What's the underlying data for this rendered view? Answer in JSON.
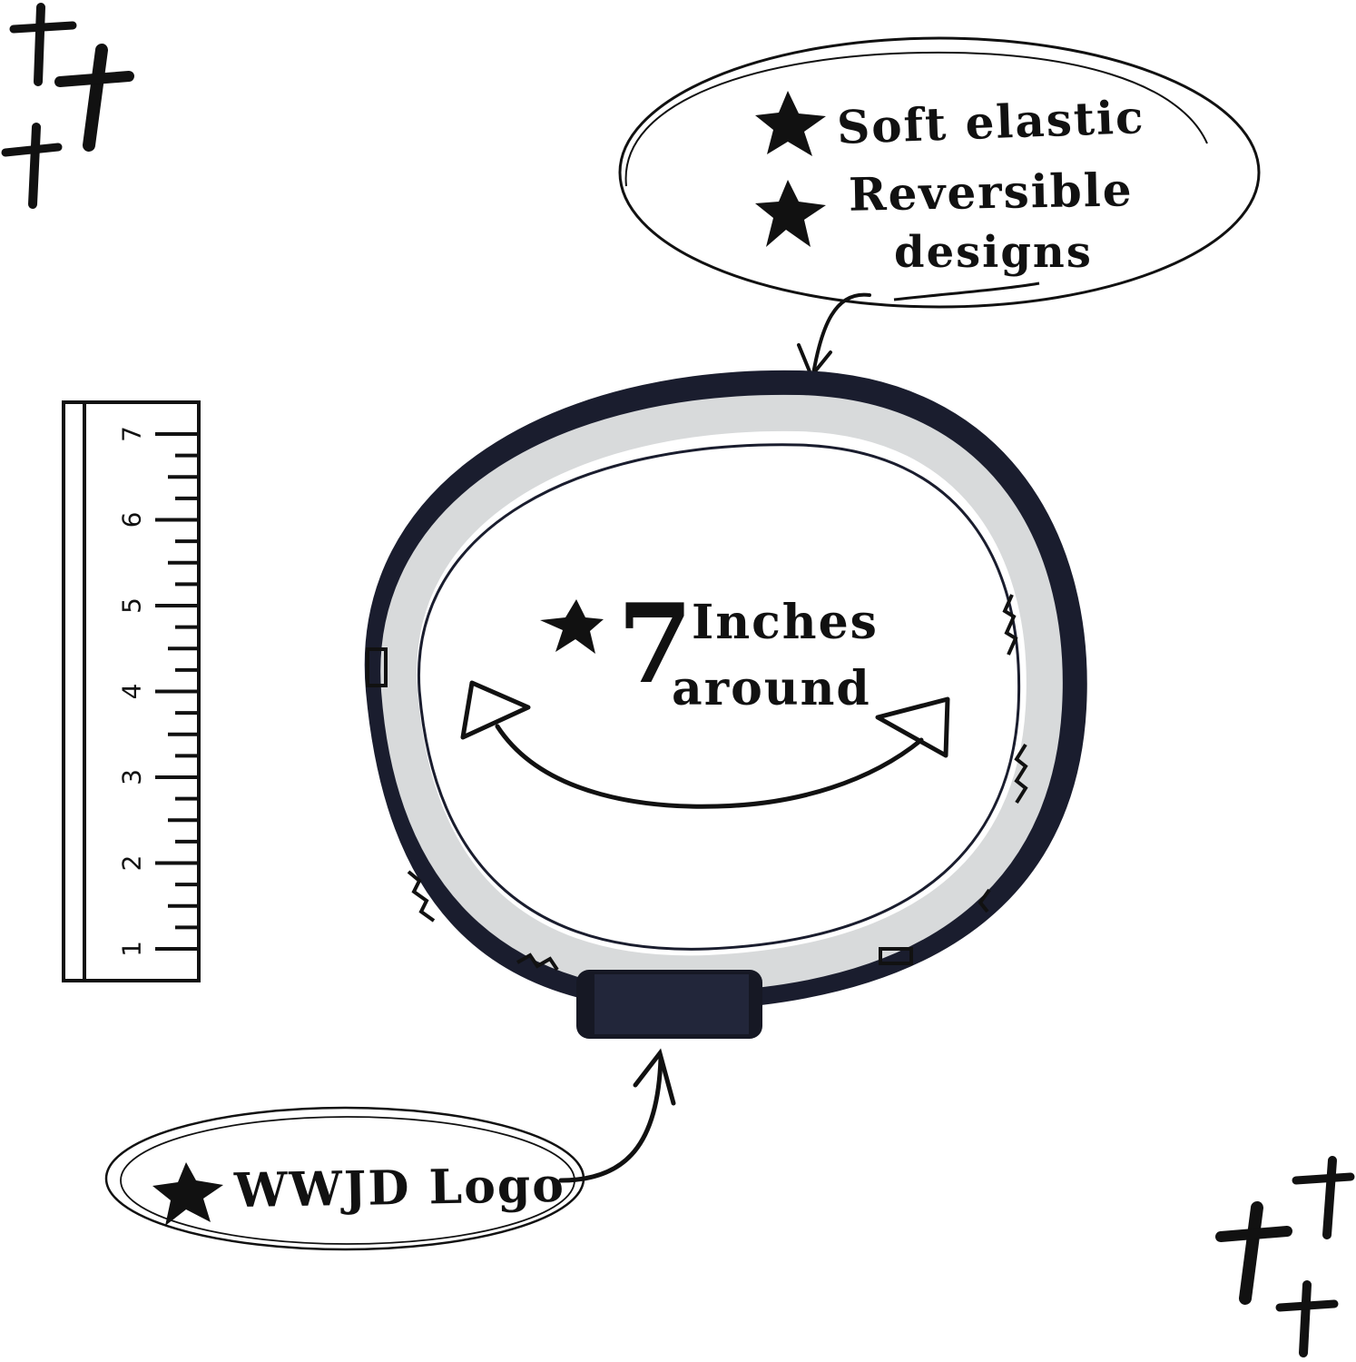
{
  "features": {
    "line1": "Soft elastic",
    "line2": "Reversible",
    "line3": "designs"
  },
  "size": {
    "number": "7",
    "unit": "Inches",
    "around": "around"
  },
  "logo": {
    "label": "WWJD Logo"
  },
  "ruler": {
    "labels": [
      "1",
      "2",
      "3",
      "4",
      "5",
      "6",
      "7"
    ]
  },
  "icons": [
    "cross-icon",
    "star-icon",
    "arrow-icon",
    "ruler-icon",
    "bracelet-image"
  ],
  "colors": {
    "ink": "#111111",
    "band": "#1a1d2e",
    "band_inner": "#d8dadb",
    "background": "#ffffff"
  }
}
